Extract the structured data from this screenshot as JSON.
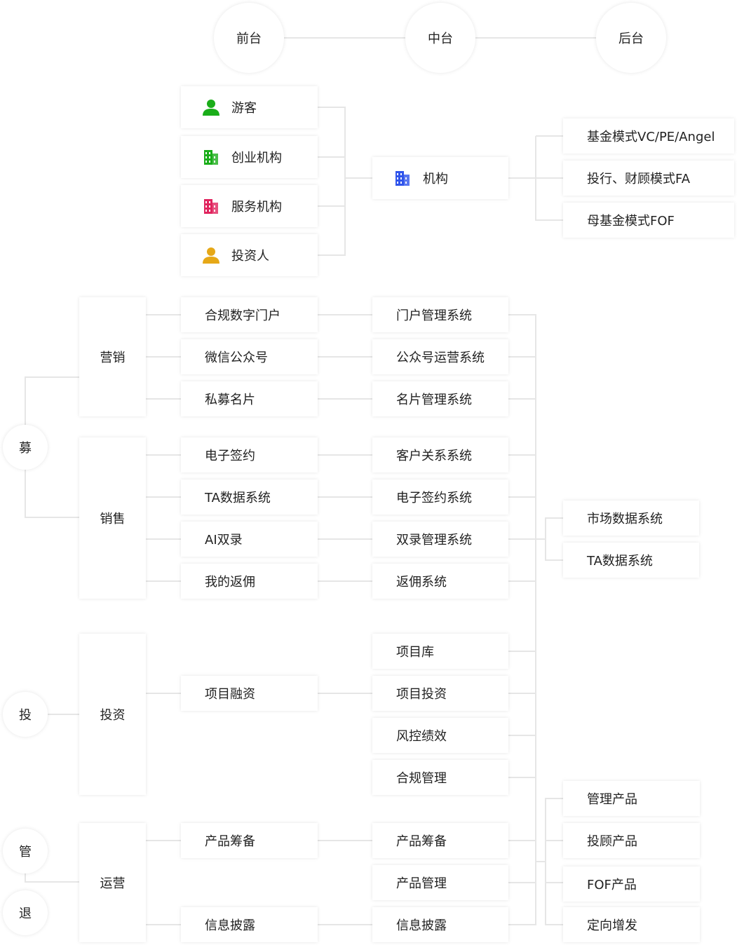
{
  "header": {
    "front": "前台",
    "middle": "中台",
    "back": "后台"
  },
  "users": {
    "visitor": "游客",
    "startup": "创业机构",
    "service": "服务机构",
    "investor": "投资人"
  },
  "institution": "机构",
  "fund_modes": [
    "基金模式VC/PE/Angel",
    "投行、财顾模式FA",
    "母基金模式FOF"
  ],
  "stages": {
    "raise": "募",
    "invest": "投",
    "manage": "管",
    "exit": "退"
  },
  "categories": {
    "marketing": "营销",
    "sales": "销售",
    "investment": "投资",
    "operation": "运营"
  },
  "front": {
    "marketing": [
      "合规数字门户",
      "微信公众号",
      "私募名片"
    ],
    "sales": [
      "电子签约",
      "TA数据系统",
      "AI双录",
      "我的返佣"
    ],
    "investment": [
      "项目融资"
    ],
    "operation": [
      "产品筹备",
      "信息披露"
    ]
  },
  "middle": [
    "门户管理系统",
    "公众号运营系统",
    "名片管理系统",
    "客户关系系统",
    "电子签约系统",
    "双录管理系统",
    "返佣系统",
    "项目库",
    "项目投资",
    "风控绩效",
    "合规管理",
    "产品筹备",
    "产品管理",
    "信息披露"
  ],
  "back_data": [
    "市场数据系统",
    "TA数据系统"
  ],
  "back_products": [
    "管理产品",
    "投顾产品",
    "FOF产品",
    "定向增发"
  ],
  "icon_names": [
    "person-icon",
    "building-icon"
  ],
  "colors": {
    "green": "#1aad19",
    "red": "#e0245e",
    "gold": "#e6a817",
    "blue": "#2f54eb",
    "line": "#e6e6e6"
  }
}
